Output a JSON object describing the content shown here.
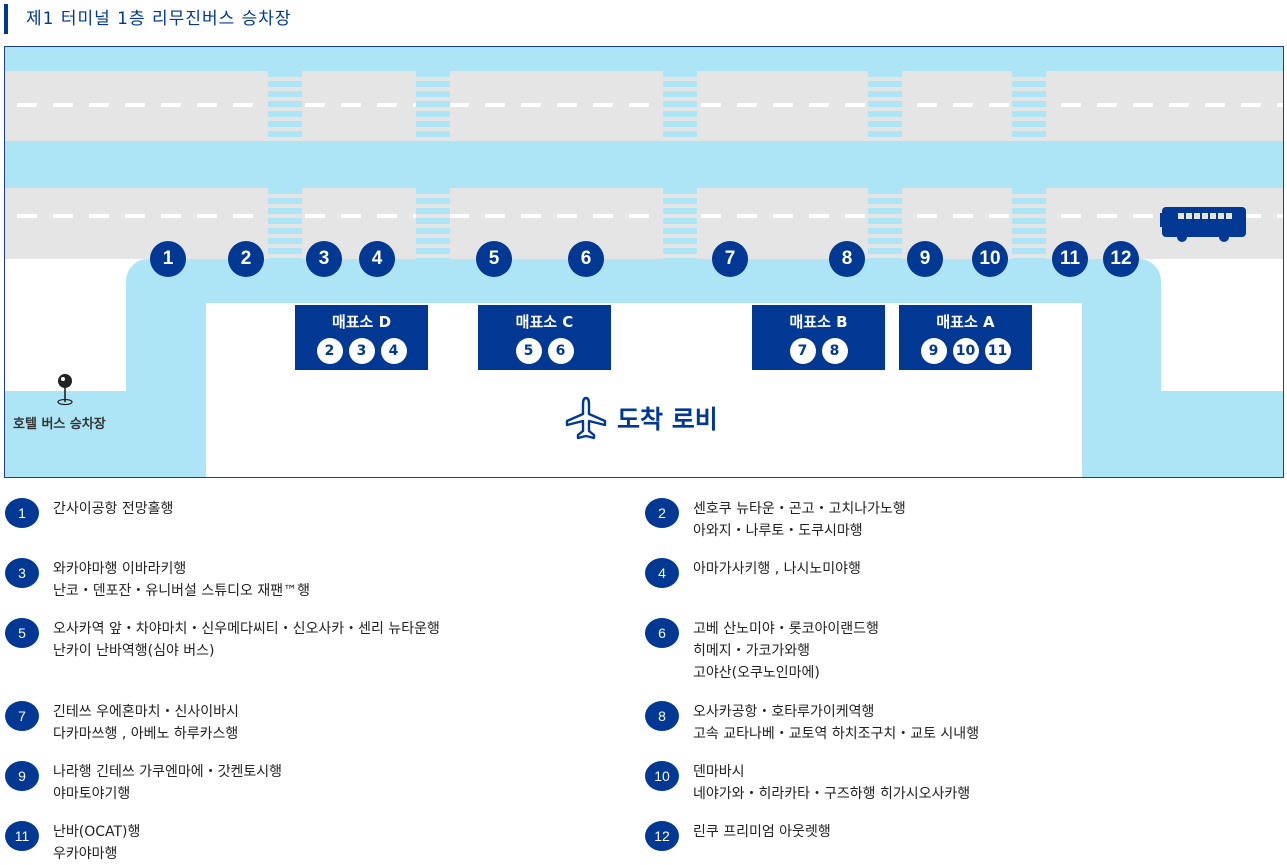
{
  "title": "제1 터미널 1층 리무진버스 승차장",
  "map": {
    "stops": [
      "1",
      "2",
      "3",
      "4",
      "5",
      "6",
      "7",
      "8",
      "9",
      "10",
      "11",
      "12"
    ],
    "ticket_offices": [
      {
        "label": "매표소 D",
        "stops": [
          "2",
          "3",
          "4"
        ]
      },
      {
        "label": "매표소 C",
        "stops": [
          "5",
          "6"
        ]
      },
      {
        "label": "매표소 B",
        "stops": [
          "7",
          "8"
        ]
      },
      {
        "label": "매표소 A",
        "stops": [
          "9",
          "10",
          "11"
        ]
      }
    ],
    "arrival_lobby": "도착 로비",
    "hotel_bus_stop": "호텔 버스 승차장"
  },
  "legend": [
    {
      "num": "1",
      "lines": [
        "간사이공항 전망홀행"
      ]
    },
    {
      "num": "2",
      "lines": [
        "센호쿠 뉴타운・곤고・고치나가노행",
        "아와지・나루토・도쿠시마행"
      ]
    },
    {
      "num": "3",
      "lines": [
        "와카야마행 이바라키행",
        "난코・덴포잔・유니버설 스튜디오 재팬™행"
      ]
    },
    {
      "num": "4",
      "lines": [
        "아마가사키행 , 나시노미야행"
      ]
    },
    {
      "num": "5",
      "lines": [
        "오사카역 앞・차야마치・신우메다씨티・신오사카・센리 뉴타운행",
        "난카이 난바역행(심야 버스)"
      ]
    },
    {
      "num": "6",
      "lines": [
        "고베 산노미야・롯코아이랜드행",
        "히메지・가코가와행",
        "고야산(오쿠노인마에)"
      ]
    },
    {
      "num": "7",
      "lines": [
        "긴테쓰 우에혼마치・신사이바시",
        "다카마쓰행 , 아베노 하루카스행"
      ]
    },
    {
      "num": "8",
      "lines": [
        "오사카공항・호타루가이케역행",
        "고속 교타나베・교토역 하치조구치・교토 시내행"
      ]
    },
    {
      "num": "9",
      "lines": [
        "나라행 긴테쓰 가쿠엔마에・갓켄토시행",
        "야마토야기행"
      ]
    },
    {
      "num": "10",
      "lines": [
        "덴마바시",
        "네야가와・히라카타・구즈하행 히가시오사카행"
      ]
    },
    {
      "num": "11",
      "lines": [
        "난바(OCAT)행",
        "우카야마행"
      ]
    },
    {
      "num": "12",
      "lines": [
        "린쿠 프리미엄 아웃렛행"
      ]
    }
  ],
  "colors": {
    "brand": "#003893",
    "walk": "#ade5f7",
    "road": "#e5e5e5"
  }
}
